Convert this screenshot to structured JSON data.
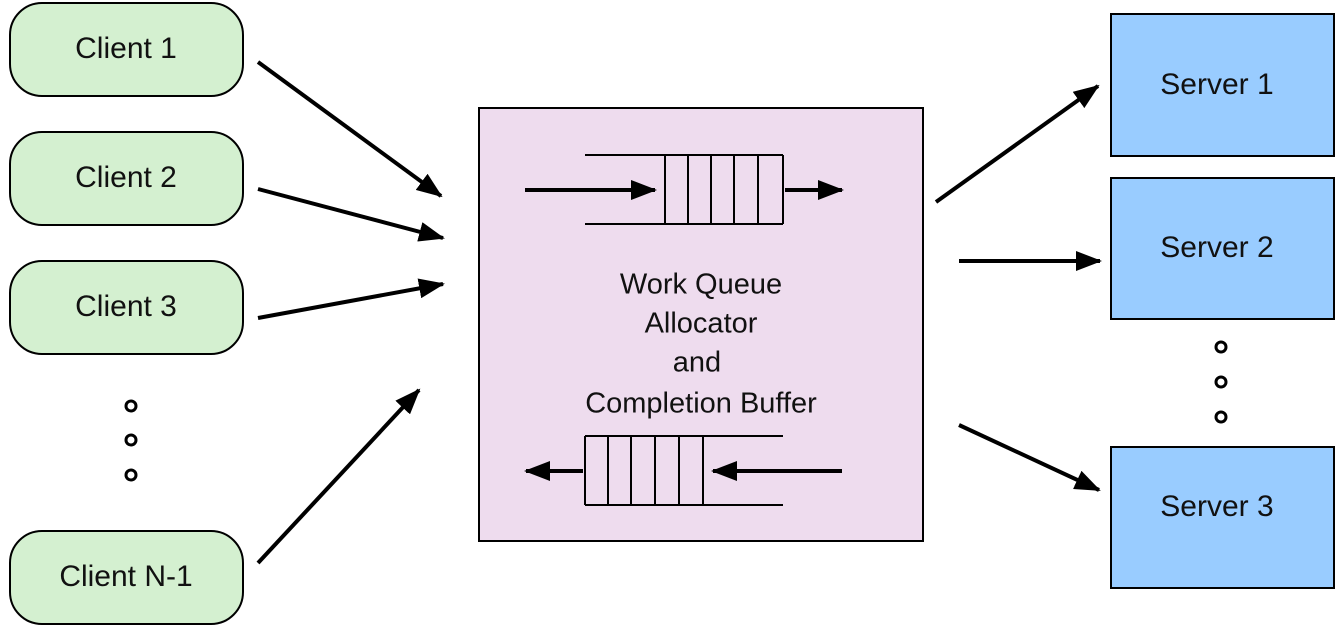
{
  "clients": [
    {
      "label": "Client 1"
    },
    {
      "label": "Client 2"
    },
    {
      "label": "Client 3"
    },
    {
      "label": "Client N-1"
    }
  ],
  "servers": [
    {
      "label": "Server 1"
    },
    {
      "label": "Server 2"
    },
    {
      "label": "Server 3"
    }
  ],
  "allocator": {
    "lines": [
      "Work Queue",
      "Allocator",
      "and",
      "Completion Buffer"
    ]
  },
  "colors": {
    "client_fill": "#d4f0d0",
    "server_fill": "#99ccff",
    "allocator_fill": "#eedcee",
    "stroke": "#000000"
  }
}
